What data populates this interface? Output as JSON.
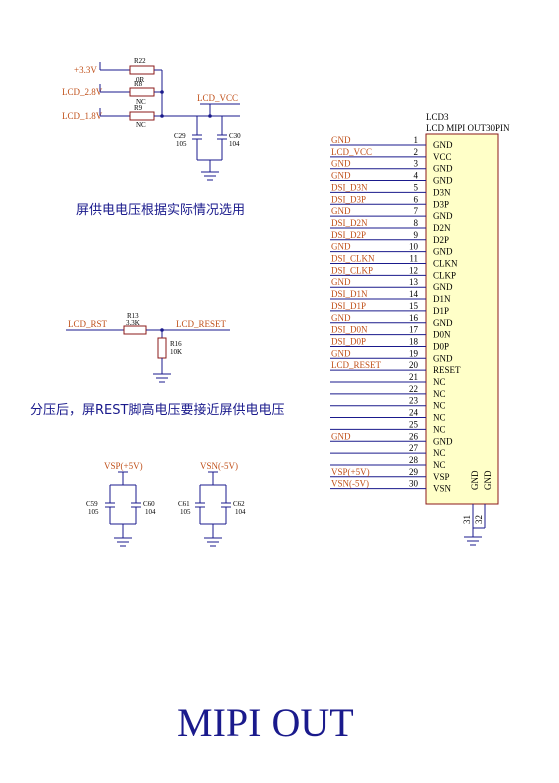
{
  "title": "MIPI OUT",
  "notes": {
    "power_note": "屏供电电压根据实际情况选用",
    "reset_note": "分压后，屏REST脚高电压要接近屏供电电压"
  },
  "power_section": {
    "nets": [
      "+3.3V",
      "LCD_2.8V",
      "LCD_1.8V"
    ],
    "out_net": "LCD_VCC",
    "resistors": [
      {
        "ref": "R22",
        "value": "0R"
      },
      {
        "ref": "R8",
        "value": "NC"
      },
      {
        "ref": "R9",
        "value": "NC"
      }
    ],
    "caps": [
      {
        "ref": "C29",
        "value": "105"
      },
      {
        "ref": "C30",
        "value": "104"
      }
    ]
  },
  "reset_section": {
    "in_net": "LCD_RST",
    "out_net": "LCD_RESET",
    "r_series": {
      "ref": "R13",
      "value": "3.3K"
    },
    "r_pull": {
      "ref": "R16",
      "value": "10K"
    }
  },
  "bias_section": {
    "vsp": {
      "net": "VSP(+5V)",
      "caps": [
        {
          "ref": "C59",
          "value": "105"
        },
        {
          "ref": "C60",
          "value": "104"
        }
      ]
    },
    "vsn": {
      "net": "VSN(-5V)",
      "caps": [
        {
          "ref": "C61",
          "value": "105"
        },
        {
          "ref": "C62",
          "value": "104"
        }
      ]
    }
  },
  "connector": {
    "ref": "LCD3",
    "part": "LCD MIPI OUT30PIN",
    "pins": [
      {
        "num": "1",
        "name": "GND",
        "net": "GND"
      },
      {
        "num": "2",
        "name": "VCC",
        "net": "LCD_VCC"
      },
      {
        "num": "3",
        "name": "GND",
        "net": "GND"
      },
      {
        "num": "4",
        "name": "GND",
        "net": "GND"
      },
      {
        "num": "5",
        "name": "D3N",
        "net": "DSI_D3N"
      },
      {
        "num": "6",
        "name": "D3P",
        "net": "DSI_D3P"
      },
      {
        "num": "7",
        "name": "GND",
        "net": "GND"
      },
      {
        "num": "8",
        "name": "D2N",
        "net": "DSI_D2N"
      },
      {
        "num": "9",
        "name": "D2P",
        "net": "DSI_D2P"
      },
      {
        "num": "10",
        "name": "GND",
        "net": "GND"
      },
      {
        "num": "11",
        "name": "CLKN",
        "net": "DSI_CLKN"
      },
      {
        "num": "12",
        "name": "CLKP",
        "net": "DSI_CLKP"
      },
      {
        "num": "13",
        "name": "GND",
        "net": "GND"
      },
      {
        "num": "14",
        "name": "D1N",
        "net": "DSI_D1N"
      },
      {
        "num": "15",
        "name": "D1P",
        "net": "DSI_D1P"
      },
      {
        "num": "16",
        "name": "GND",
        "net": "GND"
      },
      {
        "num": "17",
        "name": "D0N",
        "net": "DSI_D0N"
      },
      {
        "num": "18",
        "name": "D0P",
        "net": "DSI_D0P"
      },
      {
        "num": "19",
        "name": "GND",
        "net": "GND"
      },
      {
        "num": "20",
        "name": "RESET",
        "net": "LCD_RESET"
      },
      {
        "num": "21",
        "name": "NC",
        "net": ""
      },
      {
        "num": "22",
        "name": "NC",
        "net": ""
      },
      {
        "num": "23",
        "name": "NC",
        "net": ""
      },
      {
        "num": "24",
        "name": "NC",
        "net": ""
      },
      {
        "num": "25",
        "name": "NC",
        "net": ""
      },
      {
        "num": "26",
        "name": "GND",
        "net": "GND"
      },
      {
        "num": "27",
        "name": "NC",
        "net": ""
      },
      {
        "num": "28",
        "name": "NC",
        "net": ""
      },
      {
        "num": "29",
        "name": "VSP",
        "net": "VSP(+5V)"
      },
      {
        "num": "30",
        "name": "VSN",
        "net": "VSN(-5V)"
      }
    ],
    "gnd_pins": [
      {
        "num": "31",
        "name": "GND"
      },
      {
        "num": "32",
        "name": "GND"
      }
    ]
  }
}
